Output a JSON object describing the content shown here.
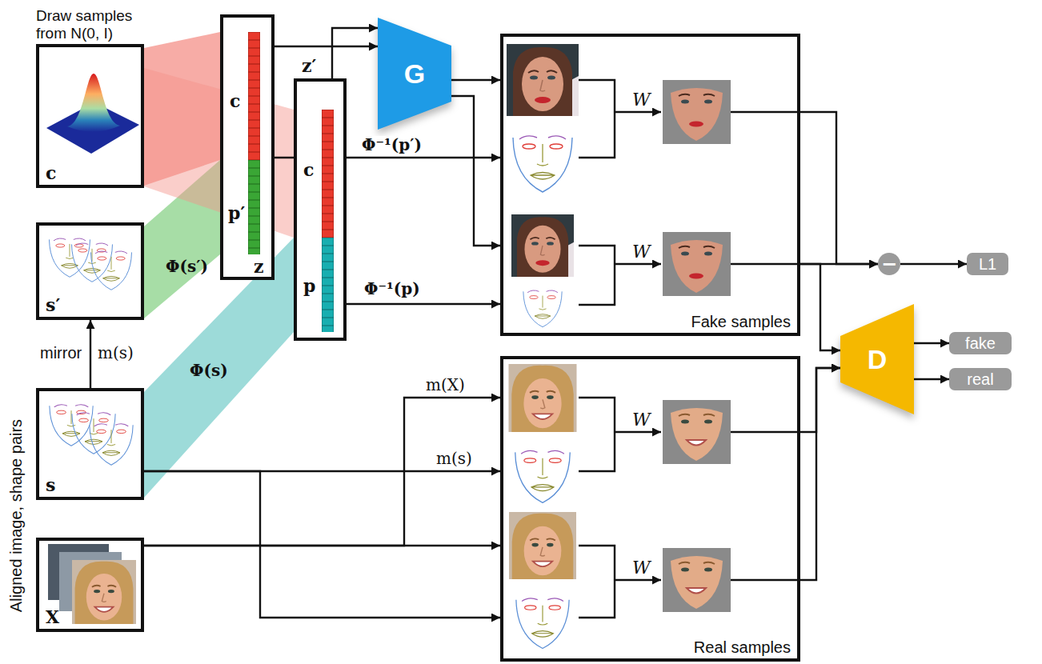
{
  "diagram": {
    "nodes": [
      {
        "text": [
          "Draw samples from N(0, I)",
          "c"
        ]
      },
      {
        "text": [
          "s′"
        ]
      },
      {
        "text": [
          "s"
        ]
      },
      {
        "text": [
          "X"
        ]
      },
      {
        "text": [
          "c",
          "p′",
          "z"
        ]
      },
      {
        "text": [
          "z′",
          "c",
          "p"
        ]
      },
      {
        "text": [
          "G"
        ]
      },
      {
        "text": [
          "Fake samples"
        ]
      },
      {
        "text": [
          "Real samples"
        ]
      },
      {
        "text": [
          "D"
        ]
      },
      {
        "text": [
          "fake"
        ]
      },
      {
        "text": [
          "real"
        ]
      },
      {
        "text": [
          "L1"
        ]
      },
      {
        "text": [
          "−"
        ]
      }
    ],
    "edges": [
      {
        "from": 0,
        "to": 4,
        "arrow": "none"
      },
      {
        "from": 1,
        "to": 4,
        "label": "Φ(s′)",
        "arrow": "none"
      },
      {
        "from": 0,
        "to": 5,
        "arrow": "none"
      },
      {
        "from": 2,
        "to": 5,
        "label": "Φ(s)",
        "arrow": "none"
      },
      {
        "from": 2,
        "to": 1,
        "label": "mirror",
        "arrow": "to"
      },
      {
        "from": 4,
        "to": 6,
        "arrow": "to"
      },
      {
        "from": 5,
        "to": 6,
        "arrow": "to"
      },
      {
        "from": 6,
        "to": 7,
        "arrow": "to"
      },
      {
        "from": 6,
        "to": 7,
        "arrow": "to"
      },
      {
        "from": 4,
        "to": 7,
        "label": "Φ⁻¹(p′)",
        "arrow": "to"
      },
      {
        "from": 5,
        "to": 7,
        "label": "Φ⁻¹(p)",
        "arrow": "to"
      },
      {
        "from": 7,
        "to": 13,
        "arrow": "to"
      },
      {
        "from": 7,
        "to": 13,
        "arrow": "to"
      },
      {
        "from": 7,
        "to": 9,
        "arrow": "to"
      },
      {
        "from": 8,
        "to": 9,
        "arrow": "to"
      },
      {
        "from": 8,
        "to": 9,
        "arrow": "to"
      },
      {
        "from": 9,
        "to": 10,
        "arrow": "to"
      },
      {
        "from": 9,
        "to": 11,
        "arrow": "to"
      },
      {
        "from": 13,
        "to": 12,
        "arrow": "to"
      },
      {
        "from": 2,
        "to": 8,
        "label": "m(s)",
        "arrow": "to"
      },
      {
        "from": 2,
        "to": 8,
        "arrow": "to"
      },
      {
        "from": 3,
        "to": 8,
        "label": "m(X)",
        "arrow": "to"
      },
      {
        "from": 3,
        "to": 8,
        "arrow": "to"
      }
    ],
    "labels": [
      "Aligned image, shape pairs",
      "m(s)",
      "W",
      "W",
      "W",
      "W"
    ]
  }
}
